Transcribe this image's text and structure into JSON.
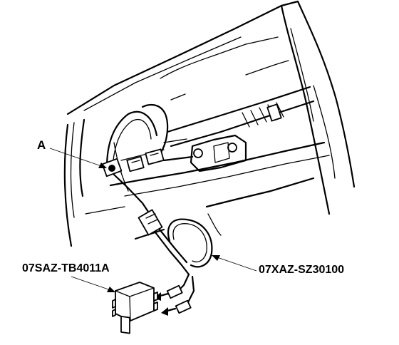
{
  "callouts": {
    "a": "A",
    "test_tool": "07SAZ-TB4011A",
    "cable": "07XAZ-SZ30100"
  },
  "colors": {
    "ink": "#000000",
    "paper": "#ffffff"
  }
}
